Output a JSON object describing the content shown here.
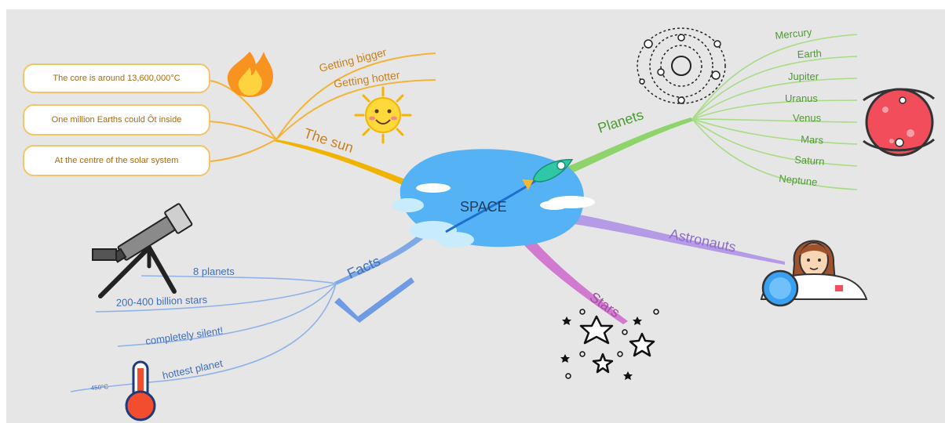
{
  "center": {
    "title": "SPACE"
  },
  "sun": {
    "label": "The sun",
    "branches": [
      "Getting bigger",
      "Getting hotter"
    ],
    "facts": [
      "The core is around 13,600,000°C",
      "One million  Earths could Ôt inside",
      "At the centre of the solar system"
    ]
  },
  "planets": {
    "label": "Planets",
    "items": [
      "Mercury",
      "Earth",
      "Jupiter",
      "Uranus",
      "Venus",
      "Mars",
      "Saturn",
      "Neptune"
    ]
  },
  "astronauts": {
    "label": "Astronauts"
  },
  "stars": {
    "label": "Stars"
  },
  "facts": {
    "label": "Facts",
    "items": [
      "8 planets",
      "200-400 billion stars",
      "completely silent!",
      "hottest planet"
    ],
    "thermometer_label": "450°C"
  },
  "colors": {
    "background": "#e6e6e6",
    "sun_branch": "#f0b400",
    "sun_text": "#c77f1c",
    "planets_branch": "#8fd46a",
    "planets_text": "#4e9a32",
    "astronauts_branch": "#b59be6",
    "astronauts_text": "#8d6cc9",
    "stars_branch": "#d27ad0",
    "stars_text": "#a14da2",
    "facts_branch": "#7fa9e6",
    "facts_text": "#3f6db8",
    "center": "#55b3f5"
  },
  "icons": [
    "fire-icon",
    "sun-icon",
    "solar-system-icon",
    "red-planet-icon",
    "rocket-icon",
    "astronaut-icon",
    "stars-icon",
    "checkmark-icon",
    "telescope-icon",
    "thermometer-icon"
  ]
}
